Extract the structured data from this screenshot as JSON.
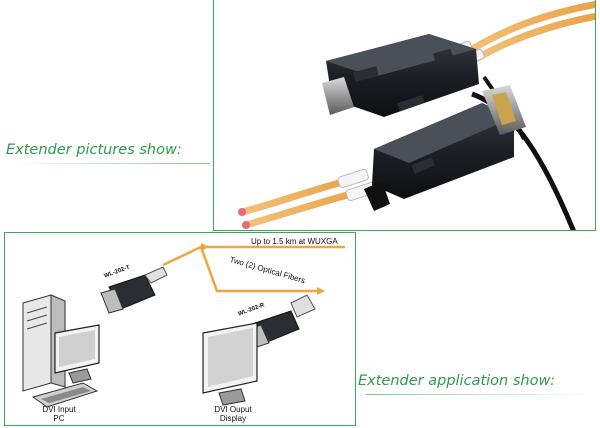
{
  "captions": {
    "pictures": "Extender pictures show:",
    "application": "Extender application show:"
  },
  "diagram": {
    "tx_model": "WL-202-T",
    "rx_model": "WL-202-R",
    "distance_label": "Up to 1.5 km at WUXGA",
    "fiber_label": "Two (2) Optical Fibers",
    "input_label_line1": "DVI Input",
    "input_label_line2": "PC",
    "output_label_line1": "DVI Ouput",
    "output_label_line2": "Display"
  },
  "colors": {
    "caption_green": "#2e9a4e",
    "border_green": "#3ea55c",
    "fiber_orange": "#f0a640",
    "device_black": "#1a1d22"
  }
}
